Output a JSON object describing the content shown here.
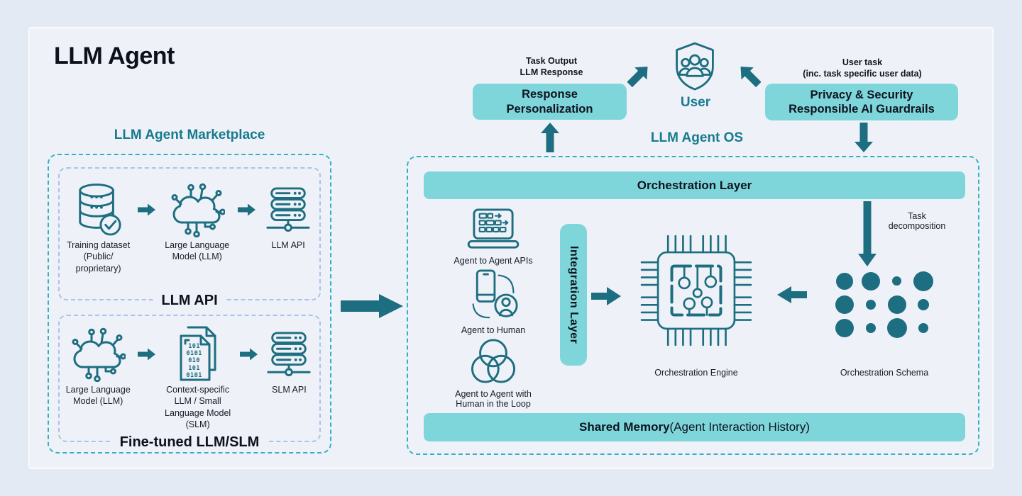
{
  "colors": {
    "page_bg": "#e4eaf4",
    "card_bg": "#eef1f7",
    "teal_fill": "#7fd6da",
    "teal_dark": "#1d6e80",
    "teal_text": "#177a8e",
    "dash_teal": "#2fb3c4",
    "dash_blue": "#a9c3ec",
    "text_dark": "#10151f"
  },
  "title": "LLM Agent",
  "marketplace": {
    "heading": "LLM Agent Marketplace",
    "llm_api_box": {
      "title": "LLM API",
      "items": [
        {
          "icon": "training-dataset-icon",
          "label": "Training dataset\n(Public/\nproprietary)"
        },
        {
          "icon": "llm-cloud-icon",
          "label": "Large Language\nModel (LLM)"
        },
        {
          "icon": "server-icon",
          "label": "LLM API"
        }
      ]
    },
    "finetuned_box": {
      "title": "Fine-tuned LLM/SLM",
      "items": [
        {
          "icon": "llm-cloud-icon",
          "label": "Large Language\nModel (LLM)"
        },
        {
          "icon": "context-doc-icon",
          "label": "Context-specific\nLLM / Small\nLanguage Model\n(SLM)",
          "binary_text": "101\n0101\n010\n101\n0101"
        },
        {
          "icon": "server-icon",
          "label": "SLM API"
        }
      ]
    }
  },
  "top_flow": {
    "task_output": "Task Output\nLLM Response",
    "response_personalization": "Response\nPersonalization",
    "user_label": "User",
    "user_task": "User task\n(inc. task specific user data)",
    "privacy": "Privacy & Security\nResponsible AI Guardrails"
  },
  "os": {
    "heading": "LLM Agent OS",
    "orchestration_layer": "Orchestration Layer",
    "integration_layer": "Integration Layer",
    "shared_memory_bold": "Shared Memory",
    "shared_memory_rest": " (Agent Interaction History)",
    "comm": [
      {
        "icon": "laptop-tasks-icon",
        "label": "Agent to Agent APIs"
      },
      {
        "icon": "phone-person-icon",
        "label": "Agent to Human"
      },
      {
        "icon": "venn-icon",
        "label": "Agent to Agent with\nHuman in the Loop"
      }
    ],
    "engine_label": "Orchestration Engine",
    "schema_label": "Orchestration Schema",
    "task_decomposition": "Task\ndecomposition",
    "schema_dots": [
      [
        24,
        26,
        13,
        28
      ],
      [
        26,
        14,
        26,
        16
      ],
      [
        26,
        14,
        28,
        14
      ]
    ]
  }
}
